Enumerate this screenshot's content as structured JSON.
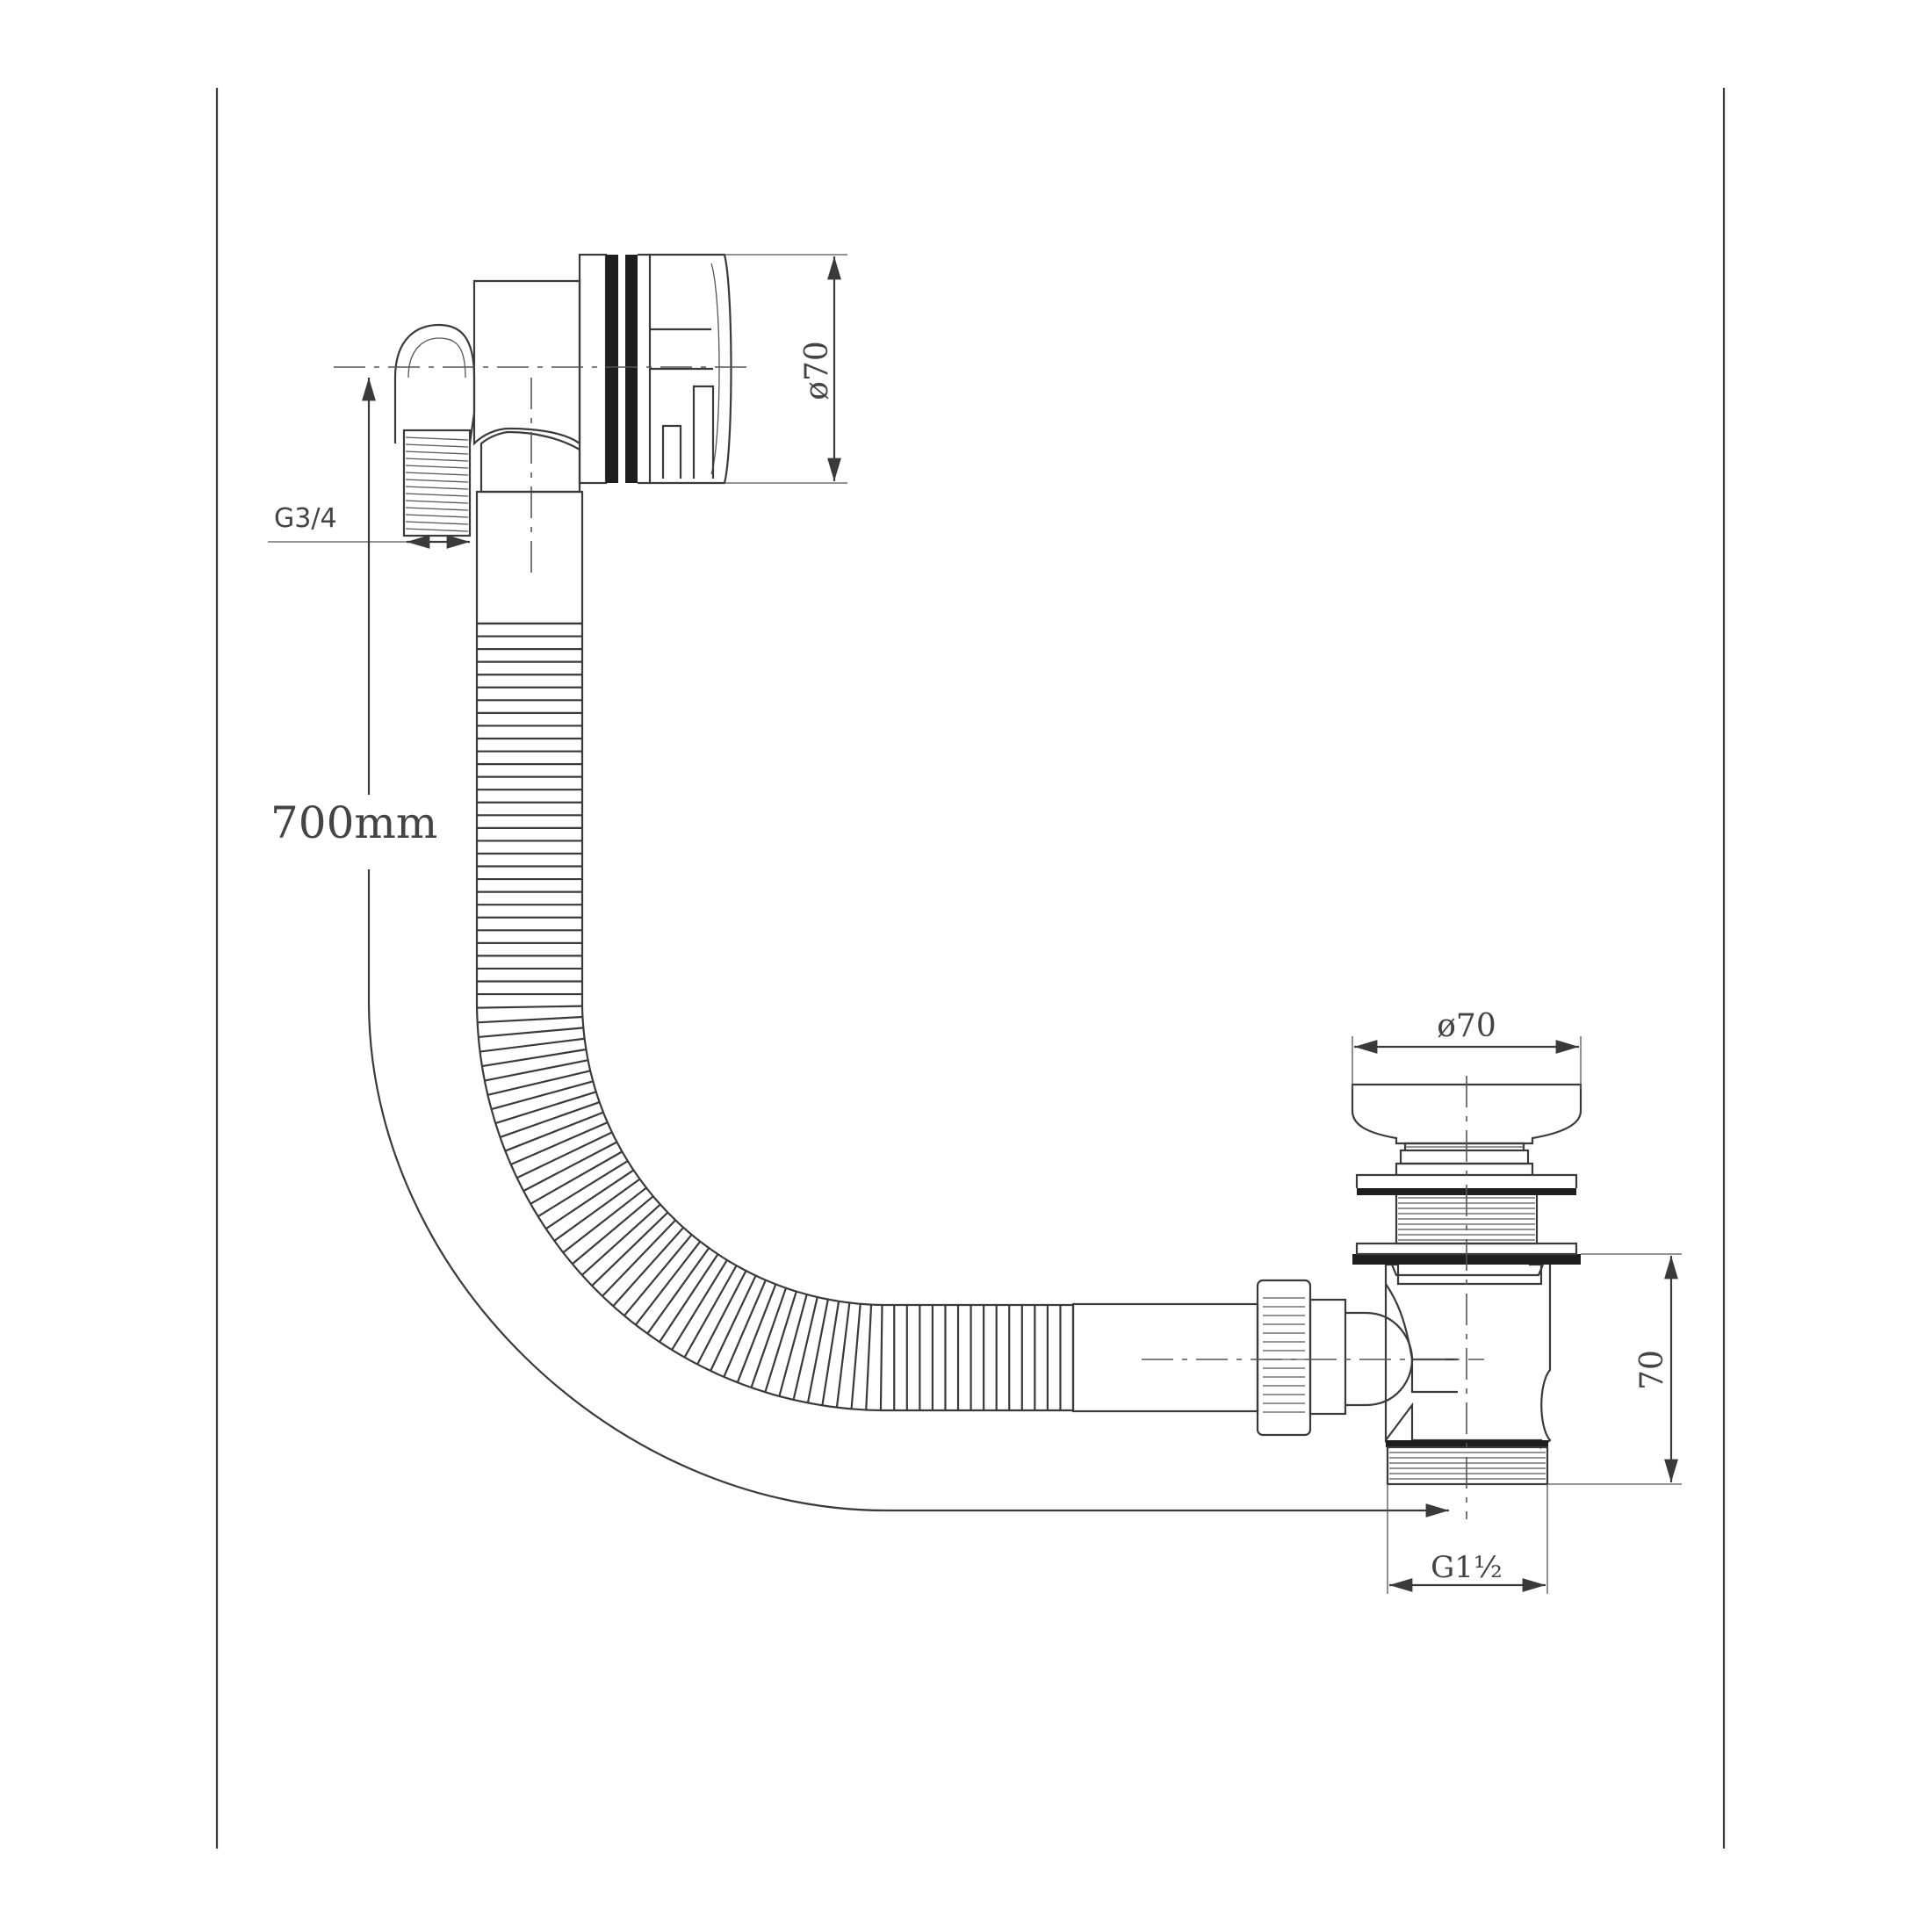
{
  "labels": {
    "g34": "G3/4",
    "length": "700mm",
    "overflow_dia": "ø70",
    "waste_dia": "ø70",
    "waste_height": "70",
    "g112": "G1½"
  },
  "colors": {
    "line": "#3a3a3a",
    "fill_dark": "#1e1e1e",
    "background": "#ffffff"
  }
}
